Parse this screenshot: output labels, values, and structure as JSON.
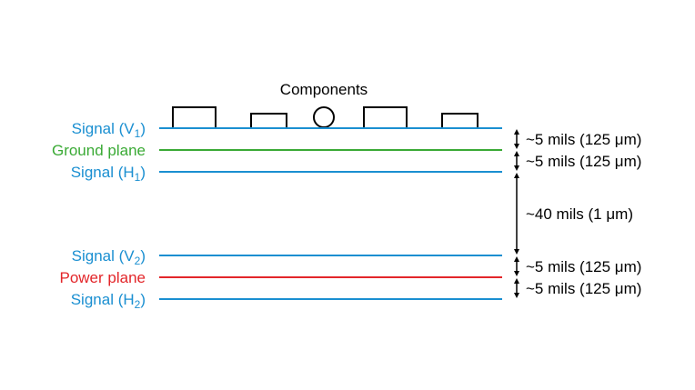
{
  "components_label": "Components",
  "layers": [
    {
      "name": "Signal (V",
      "sub": "1",
      "close": ")",
      "color": "#1a8fd1"
    },
    {
      "name": "Ground plane",
      "sub": "",
      "close": "",
      "color": "#3aaa35"
    },
    {
      "name": "Signal (H",
      "sub": "1",
      "close": ")",
      "color": "#1a8fd1"
    },
    {
      "name": "Signal (V",
      "sub": "2",
      "close": ")",
      "color": "#1a8fd1"
    },
    {
      "name": "Power plane",
      "sub": "",
      "close": "",
      "color": "#e3262a"
    },
    {
      "name": "Signal (H",
      "sub": "2",
      "close": ")",
      "color": "#1a8fd1"
    }
  ],
  "spacings": [
    {
      "prefix": "~5 mils (125 ",
      "unit": "μm",
      "suffix": ")"
    },
    {
      "prefix": "~5 mils (125 ",
      "unit": "μm",
      "suffix": ")"
    },
    {
      "prefix": "~40 mils (1 ",
      "unit": "μm",
      "suffix": ")"
    },
    {
      "prefix": "~5 mils (125 ",
      "unit": "μm",
      "suffix": ")"
    },
    {
      "prefix": "~5 mils (125 ",
      "unit": "μm",
      "suffix": ")"
    }
  ],
  "components": [
    "rectangle",
    "rectangle",
    "circle",
    "rectangle",
    "rectangle"
  ],
  "colors": {
    "text": "#000000",
    "arrow": "#000000"
  }
}
